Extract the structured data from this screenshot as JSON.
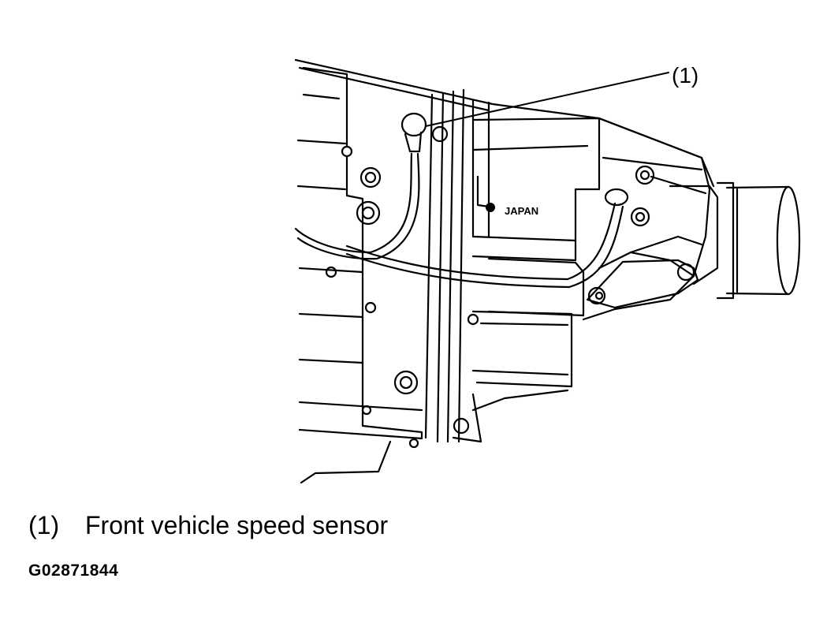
{
  "diagram": {
    "callouts": [
      {
        "number": "(1)",
        "label": "Front vehicle speed sensor"
      }
    ],
    "stamped_text": "JAPAN",
    "figure_id": "G02871844",
    "colors": {
      "ink": "#000000",
      "paper": "#ffffff"
    }
  }
}
